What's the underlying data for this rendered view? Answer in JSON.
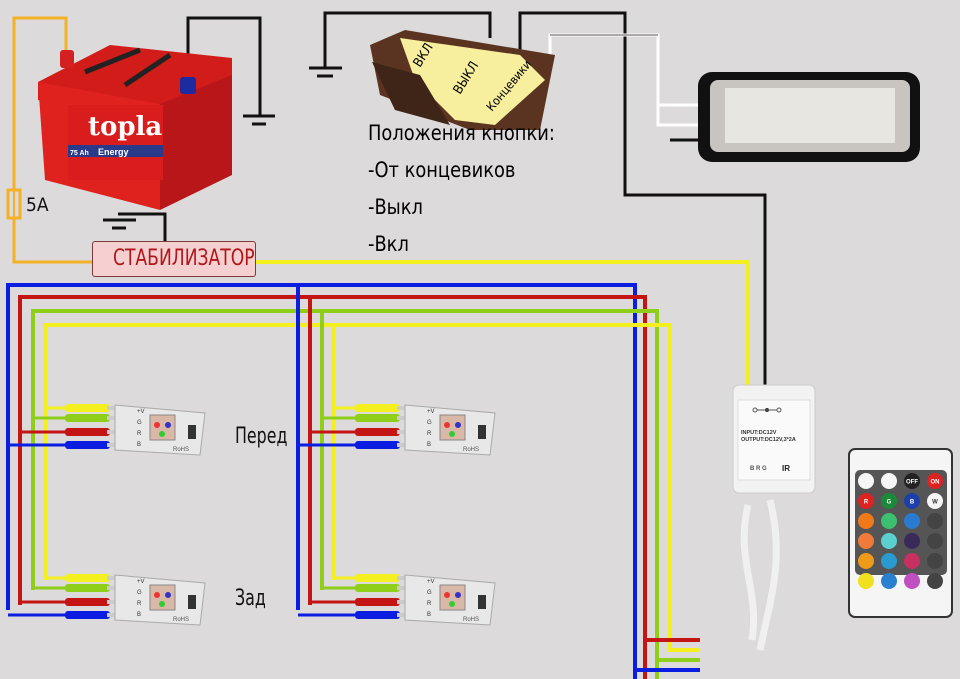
{
  "battery": {
    "brand": "topla",
    "line": "Energy",
    "capacity": "75 Ah"
  },
  "fuse": {
    "label": "5A"
  },
  "stabilizer": {
    "label": "СТАБИЛИЗАТОР"
  },
  "switch": {
    "positions_on_body": [
      "ВКЛ",
      "ВЫКЛ",
      "Концевики"
    ]
  },
  "notes": {
    "title": "Положения кнопки:",
    "items": [
      "-От концевиков",
      "-Выкл",
      "-Вкл"
    ]
  },
  "strips": {
    "front_label": "Перед",
    "rear_label": "Зад",
    "pin_labels": [
      "+V",
      "G",
      "R",
      "B"
    ],
    "rohs": "RoHS"
  },
  "controller": {
    "input": "INPUT:DC12V",
    "output": "OUTPUT:DC12V,3*2A",
    "pins": "B R G",
    "ir": "IR"
  },
  "remote": {
    "off": "OFF",
    "on": "ON",
    "r": "R",
    "g": "G",
    "b": "B",
    "w": "W"
  },
  "colors": {
    "background": "#dcdadb",
    "wire_blue": "#0a1de0",
    "wire_red": "#c41414",
    "wire_green": "#8fcf1a",
    "wire_yellow": "#f4ef1e",
    "wire_orange": "#f3b128",
    "wire_black": "#111111",
    "battery_red": "#e0221f"
  }
}
